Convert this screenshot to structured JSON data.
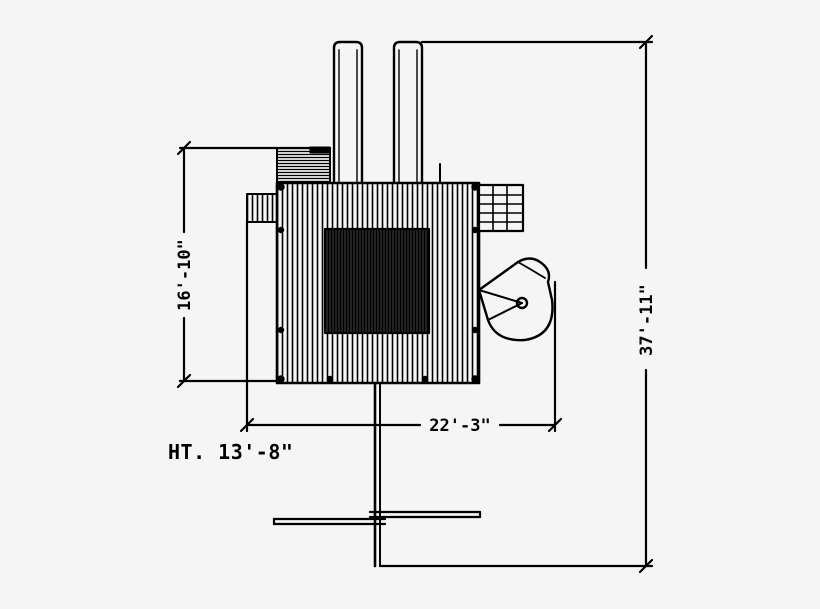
{
  "drawing": {
    "dimensions": {
      "depth": "16'-10\"",
      "width": "22'-3\"",
      "length": "37'-11\""
    },
    "height_label": "HT. 13'-8\"",
    "colors": {
      "background": "#f5f5f5",
      "ink": "#000000"
    }
  }
}
